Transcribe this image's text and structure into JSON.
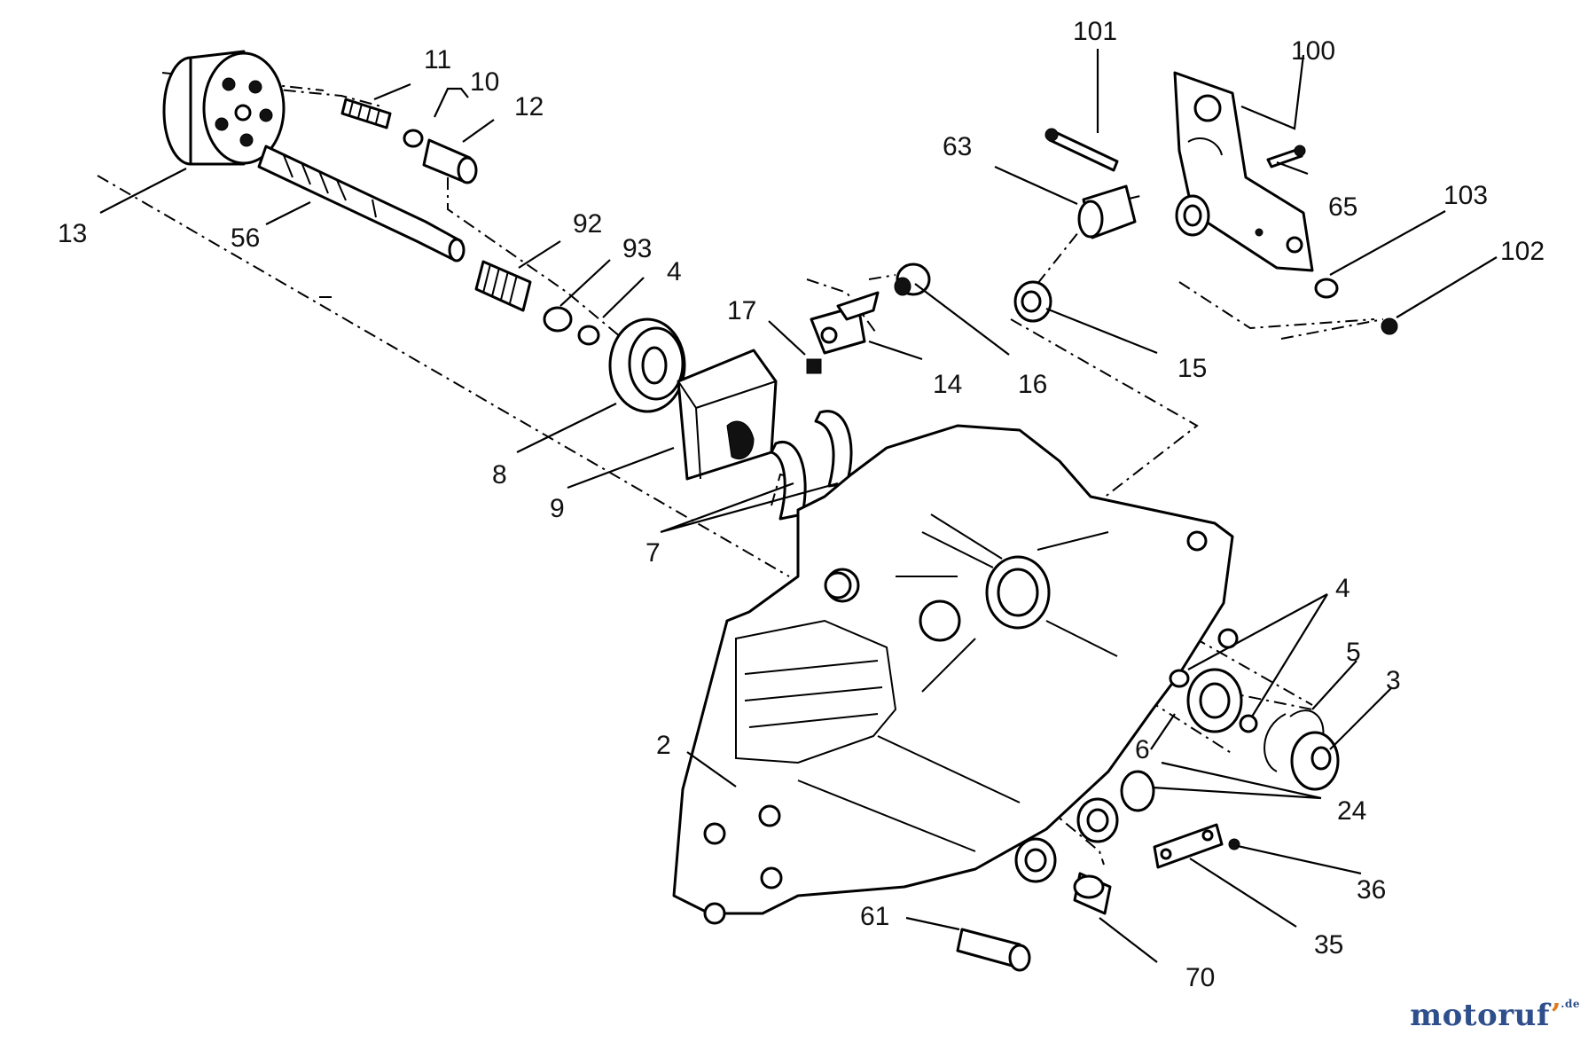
{
  "diagram": {
    "parts": [
      {
        "id": "p11",
        "label": "11"
      },
      {
        "id": "p10",
        "label": "10"
      },
      {
        "id": "p12",
        "label": "12"
      },
      {
        "id": "p13",
        "label": "13"
      },
      {
        "id": "p56",
        "label": "56"
      },
      {
        "id": "p92",
        "label": "92"
      },
      {
        "id": "p93",
        "label": "93"
      },
      {
        "id": "p4a",
        "label": "4"
      },
      {
        "id": "p8",
        "label": "8"
      },
      {
        "id": "p9",
        "label": "9"
      },
      {
        "id": "p7",
        "label": "7"
      },
      {
        "id": "p17",
        "label": "17"
      },
      {
        "id": "p14",
        "label": "14"
      },
      {
        "id": "p16",
        "label": "16"
      },
      {
        "id": "p101",
        "label": "101"
      },
      {
        "id": "p100",
        "label": "100"
      },
      {
        "id": "p63",
        "label": "63"
      },
      {
        "id": "p65",
        "label": "65"
      },
      {
        "id": "p103",
        "label": "103"
      },
      {
        "id": "p102",
        "label": "102"
      },
      {
        "id": "p15",
        "label": "15"
      },
      {
        "id": "p4b",
        "label": "4"
      },
      {
        "id": "p5",
        "label": "5"
      },
      {
        "id": "p3",
        "label": "3"
      },
      {
        "id": "p2",
        "label": "2"
      },
      {
        "id": "p6",
        "label": "6"
      },
      {
        "id": "p24",
        "label": "24"
      },
      {
        "id": "p36",
        "label": "36"
      },
      {
        "id": "p35",
        "label": "35"
      },
      {
        "id": "p61",
        "label": "61"
      },
      {
        "id": "p70",
        "label": "70"
      }
    ]
  },
  "watermark": {
    "brand": "motoruf",
    "suffix_mark": "ʼ",
    "tld": ".de"
  }
}
